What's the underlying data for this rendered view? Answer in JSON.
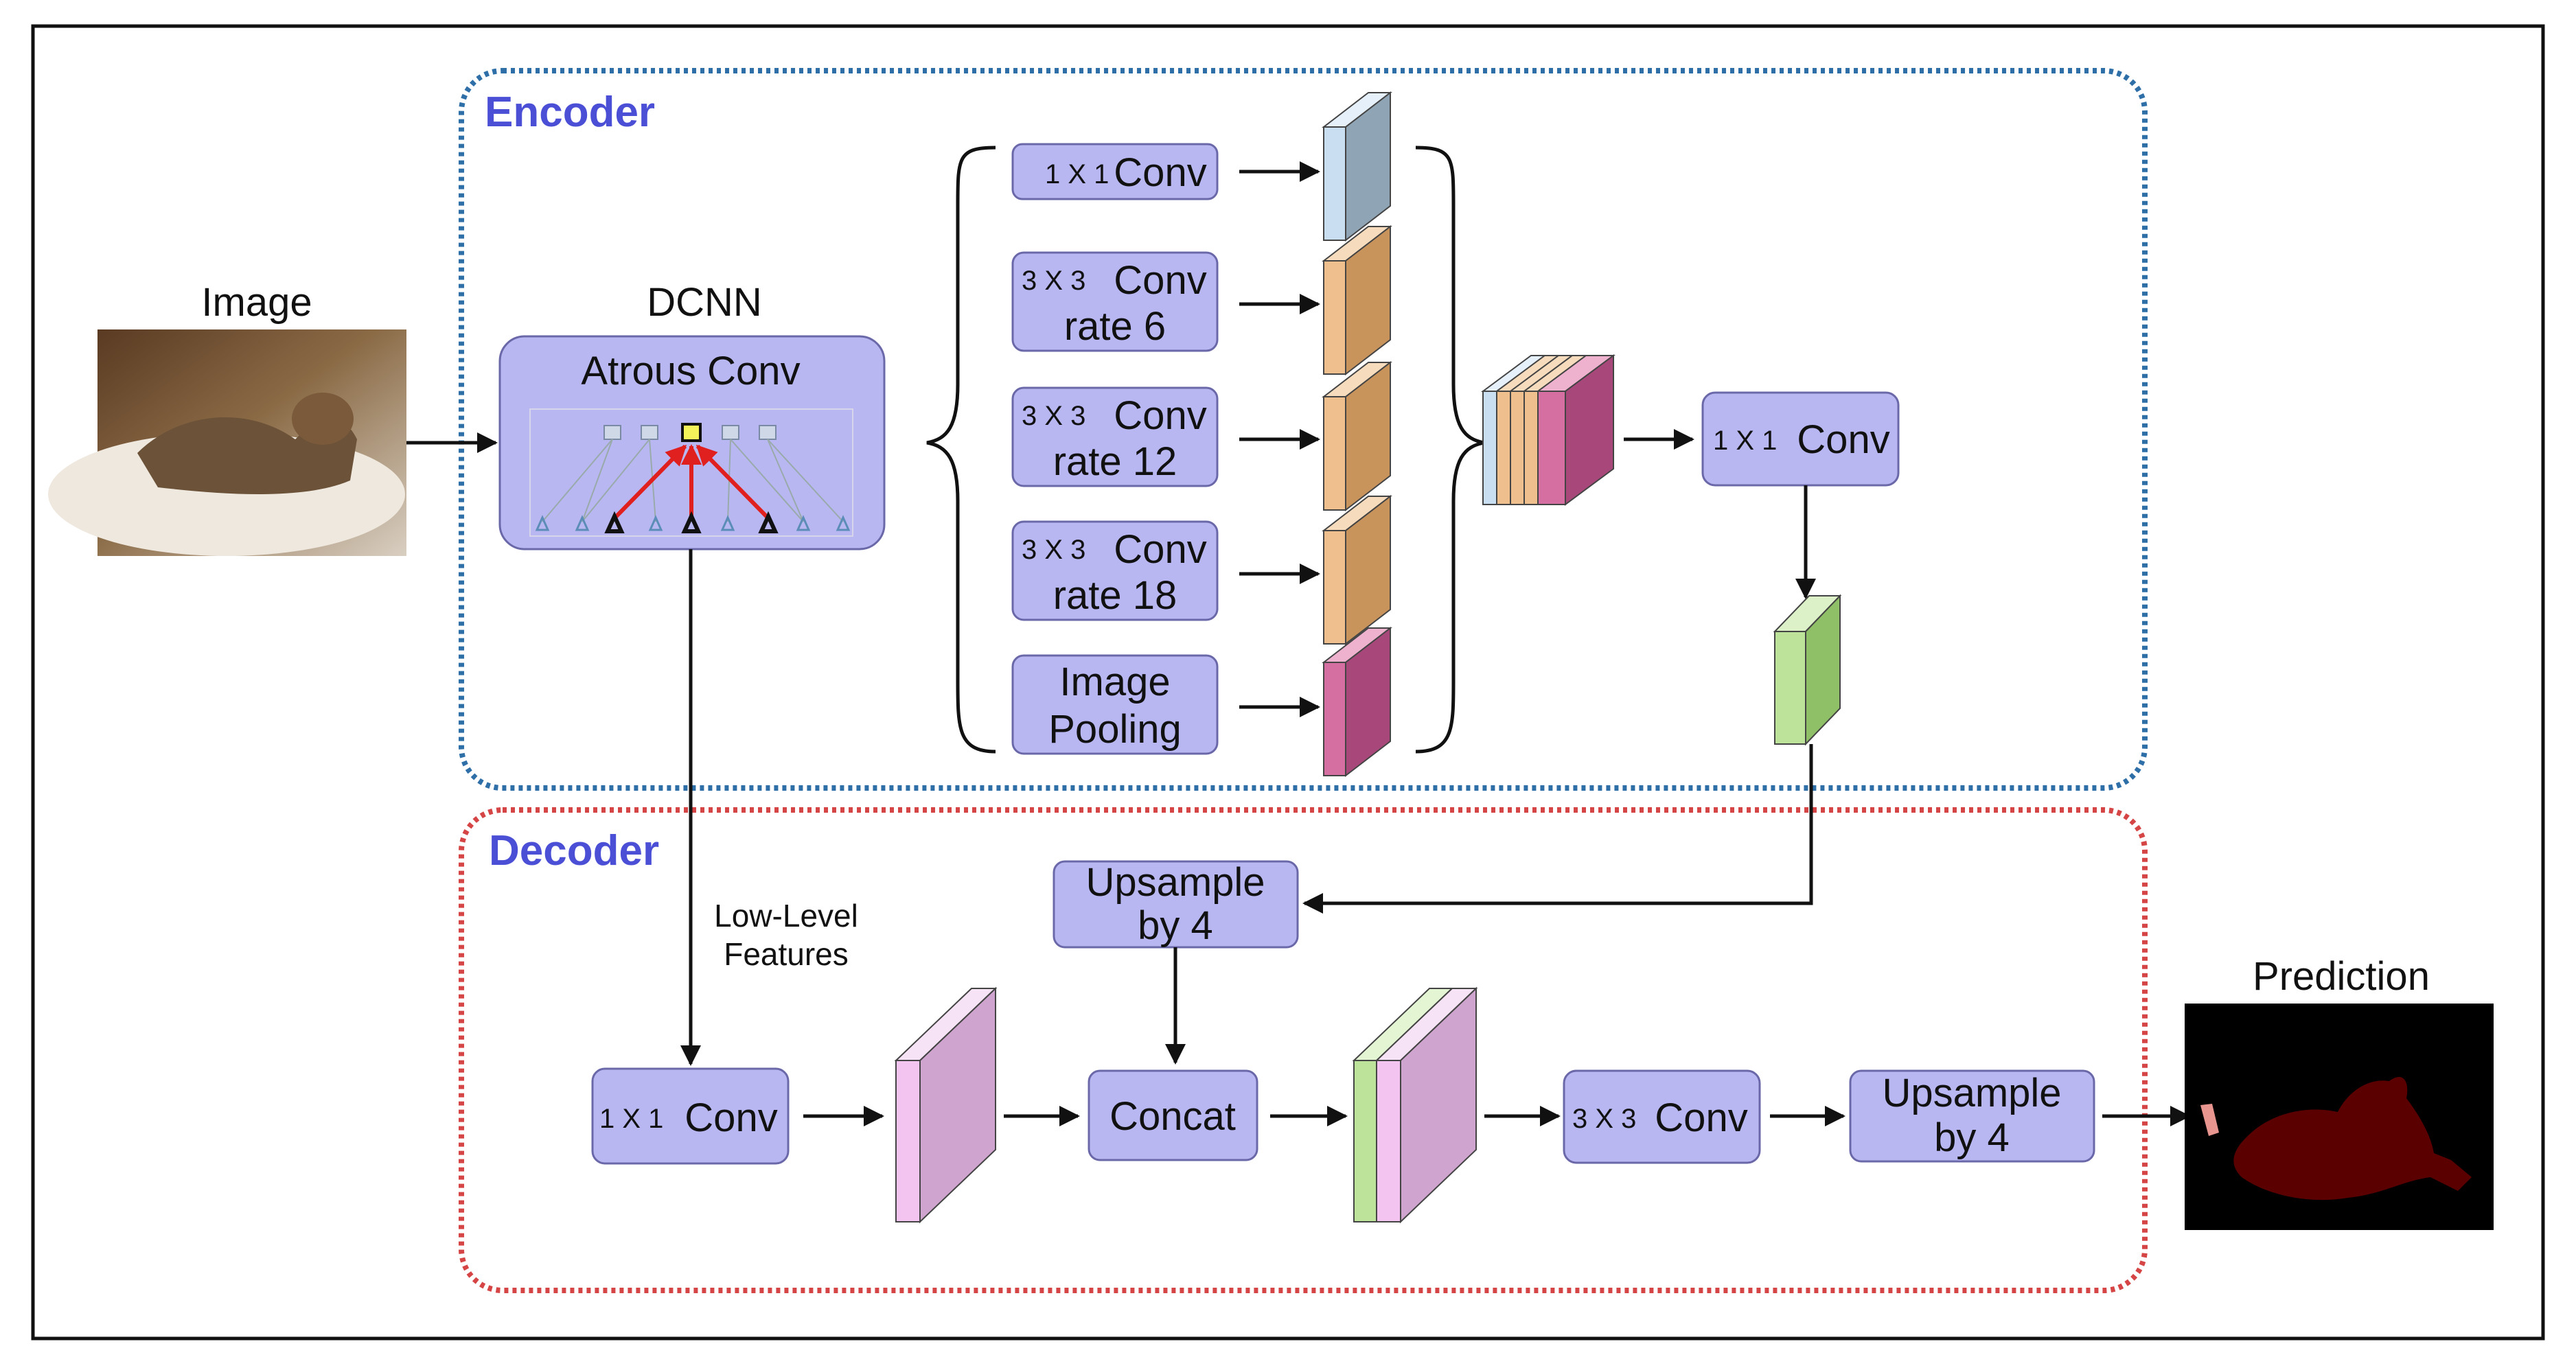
{
  "colors": {
    "encoder_border": "#2f6fa8",
    "decoder_border": "#d64545",
    "section_label": "#4b4fd6",
    "block_fill": "#b9b7f2",
    "block_stroke": "#6a68a8",
    "feat_blue": "#c9dff1",
    "feat_orange": "#efc08e",
    "feat_pink": "#d66fa1",
    "feat_green": "#bde39a",
    "feat_lavender": "#cfa4cf",
    "feat_lightpink": "#f3c4ef",
    "red_arrow": "#e0201f"
  },
  "labels": {
    "image": "Image",
    "encoder": "Encoder",
    "decoder": "Decoder",
    "dcnn": "DCNN",
    "atrous_conv": "Atrous Conv",
    "low_level_1": "Low-Level",
    "low_level_2": "Features",
    "prediction": "Prediction"
  },
  "aspp": [
    {
      "pre": "1 X 1",
      "main": "Conv",
      "sub": ""
    },
    {
      "pre": "3 X 3",
      "main": "Conv",
      "sub": "rate 6"
    },
    {
      "pre": "3 X 3",
      "main": "Conv",
      "sub": "rate 12"
    },
    {
      "pre": "3 X 3",
      "main": "Conv",
      "sub": "rate 18"
    },
    {
      "pre": "",
      "main": "Image",
      "sub": "Pooling"
    }
  ],
  "encoder_conv": {
    "pre": "1 X 1",
    "main": "Conv"
  },
  "decoder": {
    "upsample_top": {
      "line1": "Upsample",
      "line2": "by 4"
    },
    "conv1x1": {
      "pre": "1 X 1",
      "main": "Conv"
    },
    "concat": "Concat",
    "conv3x3": {
      "pre": "3 X 3",
      "main": "Conv"
    },
    "upsample_final": {
      "line1": "Upsample",
      "line2": "by 4"
    }
  }
}
